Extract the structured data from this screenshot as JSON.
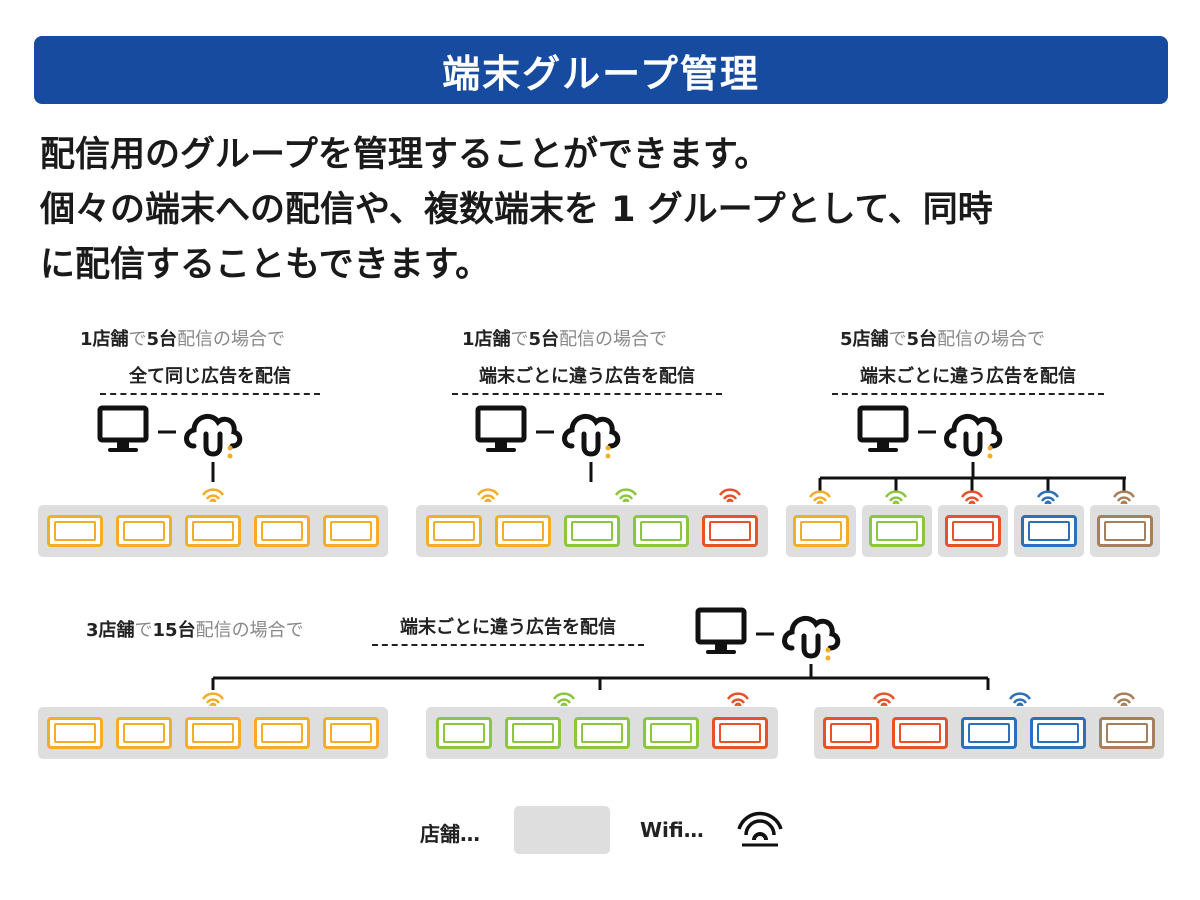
{
  "title": "端末グループ管理",
  "description": [
    "配信用のグループを管理することができます。",
    "個々の端末への配信や、複数端末を 1 グループとして、同時",
    "に配信することもできます。"
  ],
  "scenarios": [
    {
      "caption_line1": {
        "count": "1店舗",
        "mid": "で",
        "units": "5台",
        "tail": "配信の場合で"
      },
      "caption_line2": "全て同じ広告を配信"
    },
    {
      "caption_line1": {
        "count": "1店舗",
        "mid": "で",
        "units": "5台",
        "tail": "配信の場合で"
      },
      "caption_line2": "端末ごとに違う広告を配信"
    },
    {
      "caption_line1": {
        "count": "5店舗",
        "mid": "で",
        "units": "5台",
        "tail": "配信の場合で"
      },
      "caption_line2": "端末ごとに違う広告を配信"
    },
    {
      "caption_line1": {
        "count": "3店舗",
        "mid": "で",
        "units": "15台",
        "tail": "配信の場合で"
      },
      "caption_line2": "端末ごとに違う広告を配信"
    }
  ],
  "legend": {
    "store_label": "店舗…",
    "wifi_label": "Wifi…"
  },
  "colors": {
    "title_bg": "#174ba0",
    "orange": "#f3ad28",
    "green": "#8cc63f",
    "red": "#e8522a",
    "blue": "#2d6fb8",
    "brown": "#a5805a",
    "store_bg": "#dedede"
  },
  "icons": {
    "monitor": "monitor-icon",
    "cloud": "cloud-u-icon",
    "wifi": "wifi-icon"
  }
}
